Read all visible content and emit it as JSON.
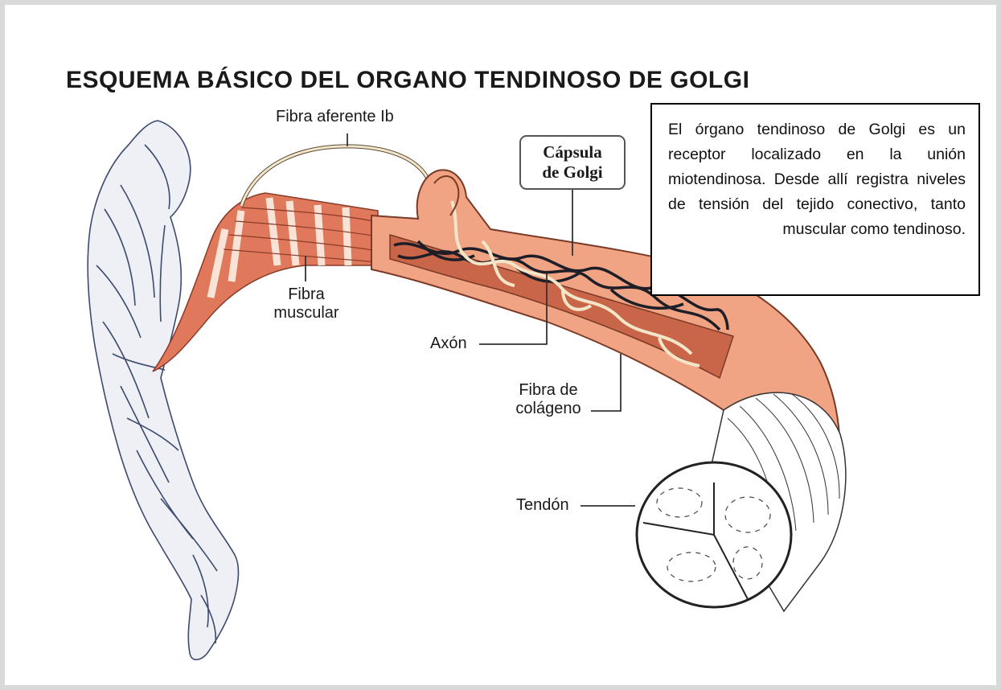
{
  "title": "ESQUEMA BÁSICO DEL ORGANO TENDINOSO DE GOLGI",
  "description": "El órgano tendinoso de Golgi es un receptor localizado en la unión miotendinosa. Desde allí registra niveles de tensión del tejido conectivo, tanto muscular como tendinoso.",
  "labels": {
    "afferent_fiber": "Fibra aferente Ib",
    "capsule_line1": "Cápsula",
    "capsule_line2": "de Golgi",
    "muscle_fiber_line1": "Fibra",
    "muscle_fiber_line2": "muscular",
    "axon": "Axón",
    "collagen_line1": "Fibra de",
    "collagen_line2": "colágeno",
    "tendon": "Tendón"
  },
  "colors": {
    "muscle": "#e0795c",
    "muscle_dark": "#b8553c",
    "capsule": "#f0a484",
    "capsule_inner": "#c9664a",
    "axon": "#f3e6c8",
    "collagen": "#1e1e28",
    "arm_stroke": "#3c4a6e",
    "frame": "#d9d9d9"
  }
}
